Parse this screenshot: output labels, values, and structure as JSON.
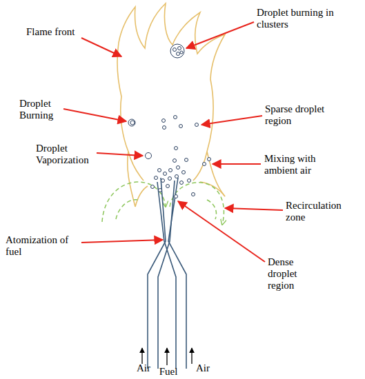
{
  "diagram": {
    "labels": [
      "Flame front",
      "Droplet burning in clusters",
      "Droplet Burning",
      "Sparse droplet region",
      "Droplet Vaporization",
      "Mixing with ambient air",
      "Recirculation zone",
      "Atomization of fuel",
      "Dense droplet region",
      "Air",
      "Fuel",
      "Air"
    ]
  }
}
